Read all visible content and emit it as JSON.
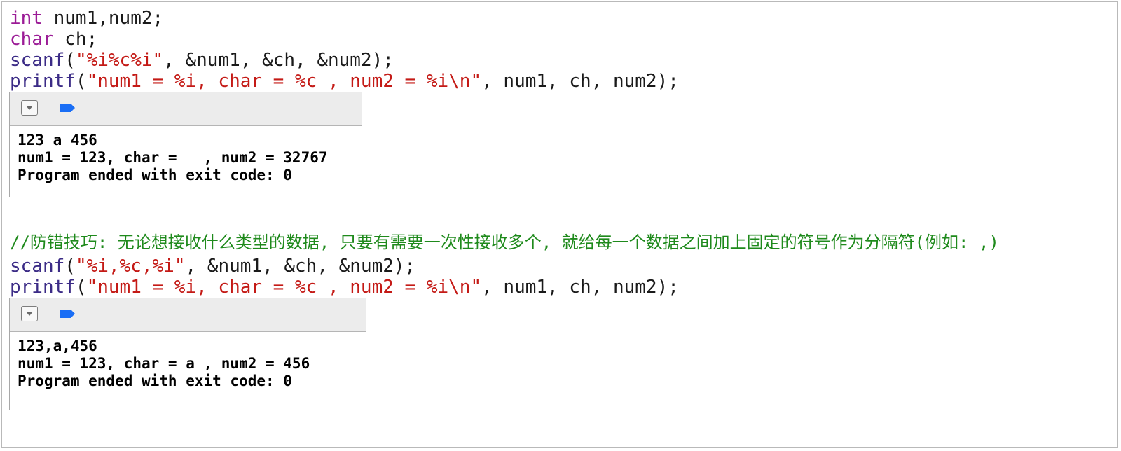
{
  "snippet1": {
    "line1": {
      "kw": "int",
      "rest": " num1,num2;"
    },
    "line2": {
      "kw": "char",
      "rest": " ch;"
    },
    "line3": {
      "fn": "scanf",
      "open": "(",
      "str": "\"%i%c%i\"",
      "rest": ", &num1, &ch, &num2);"
    },
    "line4": {
      "fn": "printf",
      "open": "(",
      "str": "\"num1 = %i, char = %c , num2 = %i\\n\"",
      "rest": ", num1, ch, num2);"
    }
  },
  "console1": {
    "toggle_icon": "chevron-down-icon",
    "tag_icon": "tag-icon",
    "accent_color": "#1a6ef5",
    "lines": [
      "123 a 456",
      "num1 = 123, char =   , num2 = 32767",
      "Program ended with exit code: 0"
    ]
  },
  "comment": "//防错技巧: 无论想接收什么类型的数据, 只要有需要一次性接收多个, 就给每一个数据之间加上固定的符号作为分隔符(例如: ,)",
  "snippet2": {
    "line1": {
      "fn": "scanf",
      "open": "(",
      "str": "\"%i,%c,%i\"",
      "rest": ", &num1, &ch, &num2);"
    },
    "line2": {
      "fn": "printf",
      "open": "(",
      "str": "\"num1 = %i, char = %c , num2 = %i\\n\"",
      "rest": ", num1, ch, num2);"
    }
  },
  "console2": {
    "toggle_icon": "chevron-down-icon",
    "tag_icon": "tag-icon",
    "accent_color": "#1a6ef5",
    "lines": [
      "123,a,456",
      "num1 = 123, char = a , num2 = 456",
      "Program ended with exit code: 0"
    ]
  },
  "colors": {
    "keyword": "#9b1b96",
    "function": "#3b2b86",
    "string": "#c41a16",
    "comment": "#1f8a1c"
  }
}
